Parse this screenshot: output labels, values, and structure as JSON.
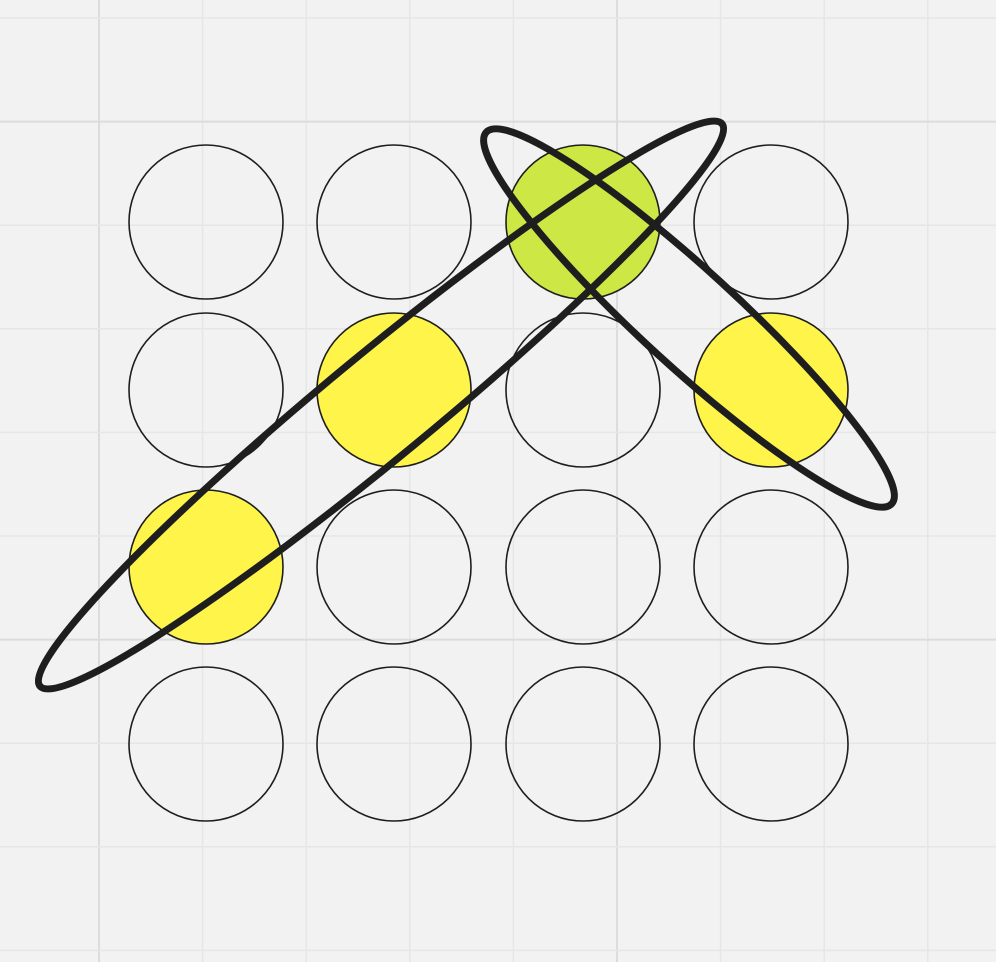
{
  "canvas": {
    "background": "#f2f2f2",
    "minor_grid_color": "#e6e6e6",
    "major_grid_color": "#dcdcdc"
  },
  "colors": {
    "outline": "#1e1e1e",
    "highlight_yellow": "#fef44a",
    "highlight_green": "#cde745",
    "empty_fill": "none"
  },
  "grid": {
    "rows": 4,
    "cols": 4,
    "cells": [
      [
        "empty",
        "empty",
        "green",
        "empty"
      ],
      [
        "empty",
        "yellow",
        "empty",
        "yellow"
      ],
      [
        "yellow",
        "empty",
        "empty",
        "empty"
      ],
      [
        "empty",
        "empty",
        "empty",
        "empty"
      ]
    ]
  },
  "annotations": [
    {
      "name": "diagonal-group-loop",
      "connects": [
        [
          2,
          0
        ],
        [
          1,
          1
        ],
        [
          0,
          2
        ]
      ]
    },
    {
      "name": "diagonal-pair-loop",
      "connects": [
        [
          0,
          2
        ],
        [
          1,
          3
        ]
      ]
    }
  ]
}
